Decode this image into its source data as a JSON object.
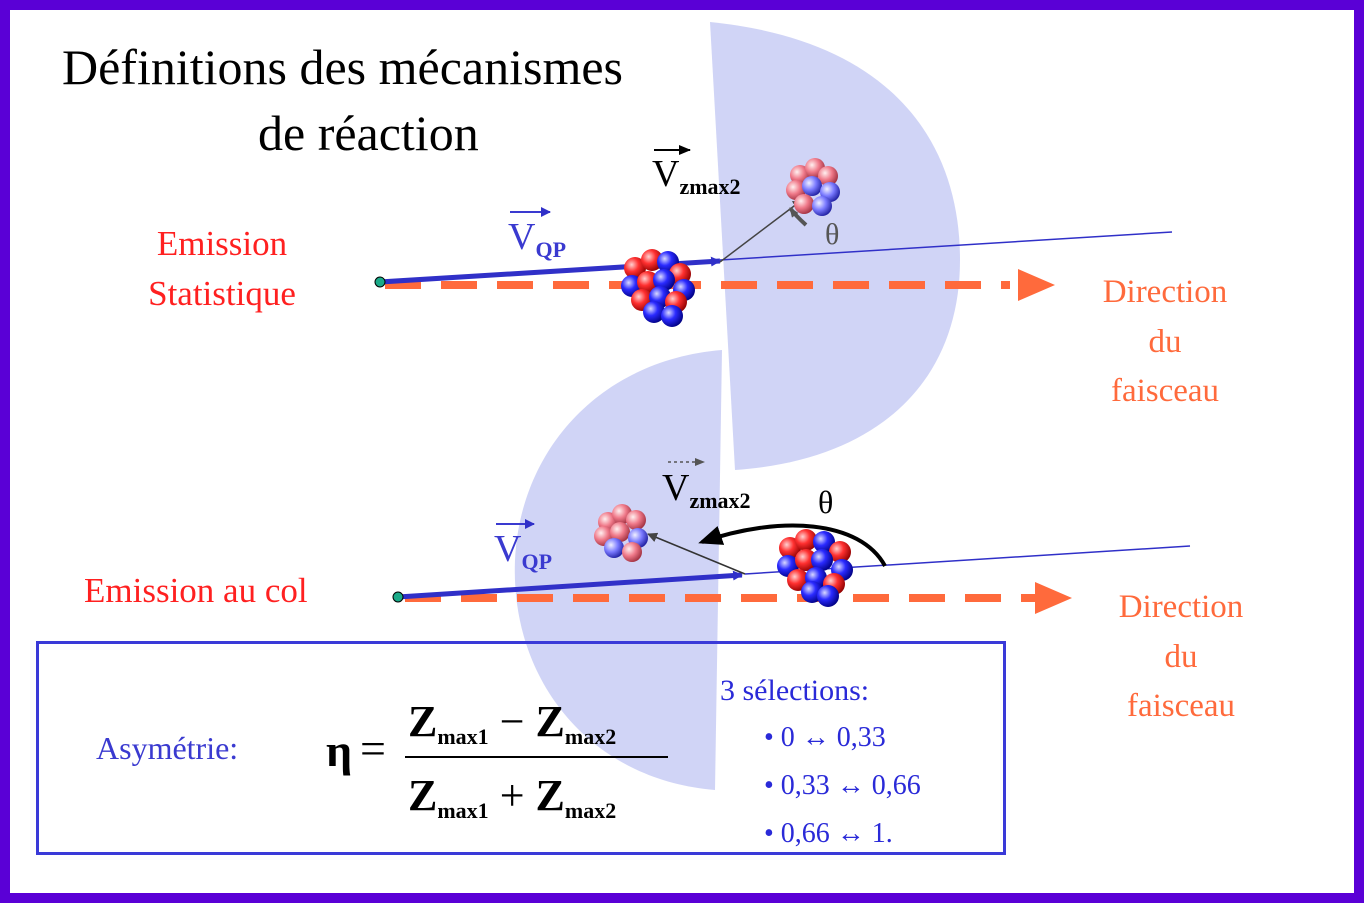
{
  "title": {
    "line1": "Définitions des mécanismes",
    "line2": "de réaction"
  },
  "mechanisms": {
    "statistical": {
      "label_line1": "Emission",
      "label_line2": "Statistique",
      "vector_main": "V",
      "vector_main_sub": "QP",
      "vector_emit": "V",
      "vector_emit_sub": "zmax2",
      "angle": "θ"
    },
    "neck": {
      "label": "Emission au col",
      "vector_main": "V",
      "vector_main_sub": "QP",
      "vector_emit": "V",
      "vector_emit_sub": "zmax2",
      "angle": "θ"
    }
  },
  "beam_direction": {
    "line1": "Direction",
    "line2": "du",
    "line3": "faisceau"
  },
  "formula": {
    "label": "Asymétrie:",
    "symbol": "η",
    "equals": "=",
    "numerator_a": "Z",
    "numerator_a_sub": "max1",
    "minus": "−",
    "numerator_b": "Z",
    "numerator_b_sub": "max2",
    "denominator_a": "Z",
    "denominator_a_sub": "max1",
    "plus": "+",
    "denominator_b": "Z",
    "denominator_b_sub": "max2"
  },
  "selections": {
    "heading": "3 sélections:",
    "items": [
      "• 0 ↔ 0,33",
      "• 0,33 ↔ 0,66",
      "• 0,66 ↔ 1."
    ]
  },
  "colors": {
    "frame": "#5a00d6",
    "emission_label": "#ff2020",
    "beam_arrow": "#ff6a3c",
    "lobe_fill": "#c8cdf4",
    "vector_blue": "#3a3ad0",
    "box_border": "#3a3ad8"
  }
}
